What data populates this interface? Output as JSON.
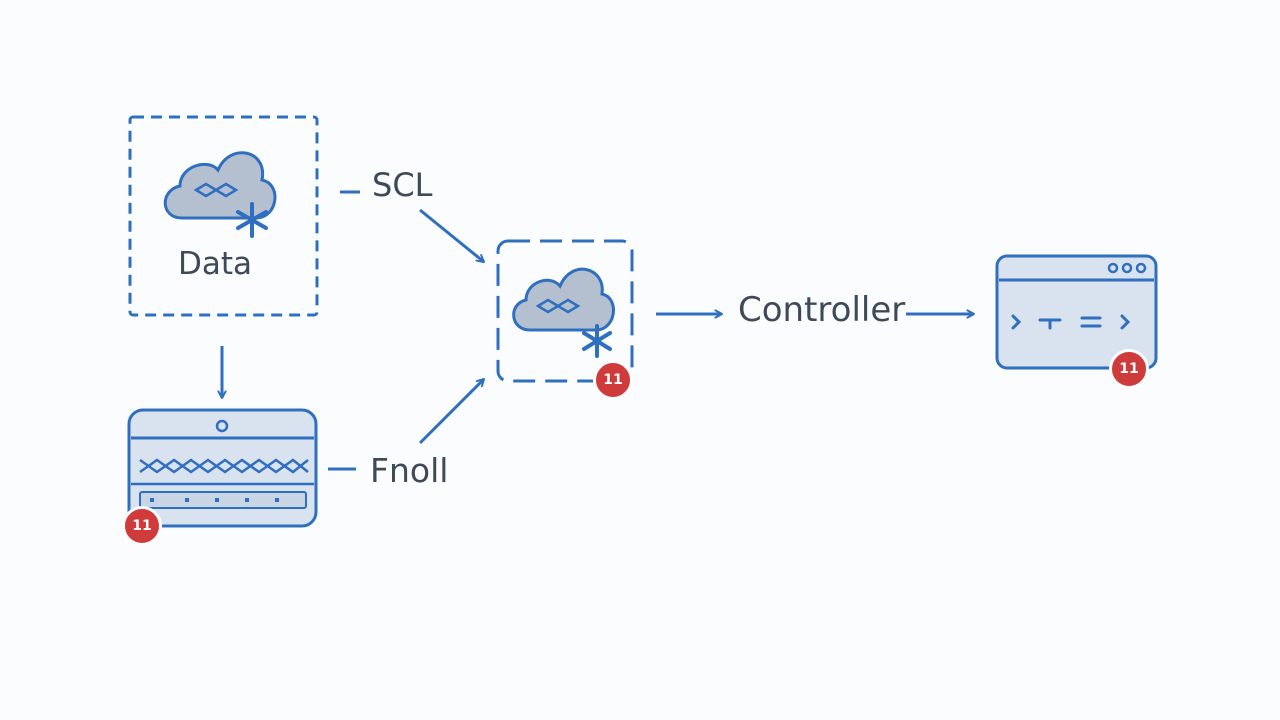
{
  "nodes": {
    "data": {
      "label": "Data"
    },
    "hub": {
      "badge": "11"
    },
    "server": {
      "badge": "11"
    },
    "browser": {
      "badge": "11"
    }
  },
  "edges": {
    "scl": {
      "label": "SCL"
    },
    "fnoll": {
      "label": "Fnoll"
    },
    "controller": {
      "label": "Controller"
    }
  },
  "colors": {
    "stroke": "#2f6fbf",
    "fill": "#d9e3ef",
    "cloud": "#b4c0d0",
    "badge": "#cf3b3b",
    "text": "#3f4a58"
  }
}
